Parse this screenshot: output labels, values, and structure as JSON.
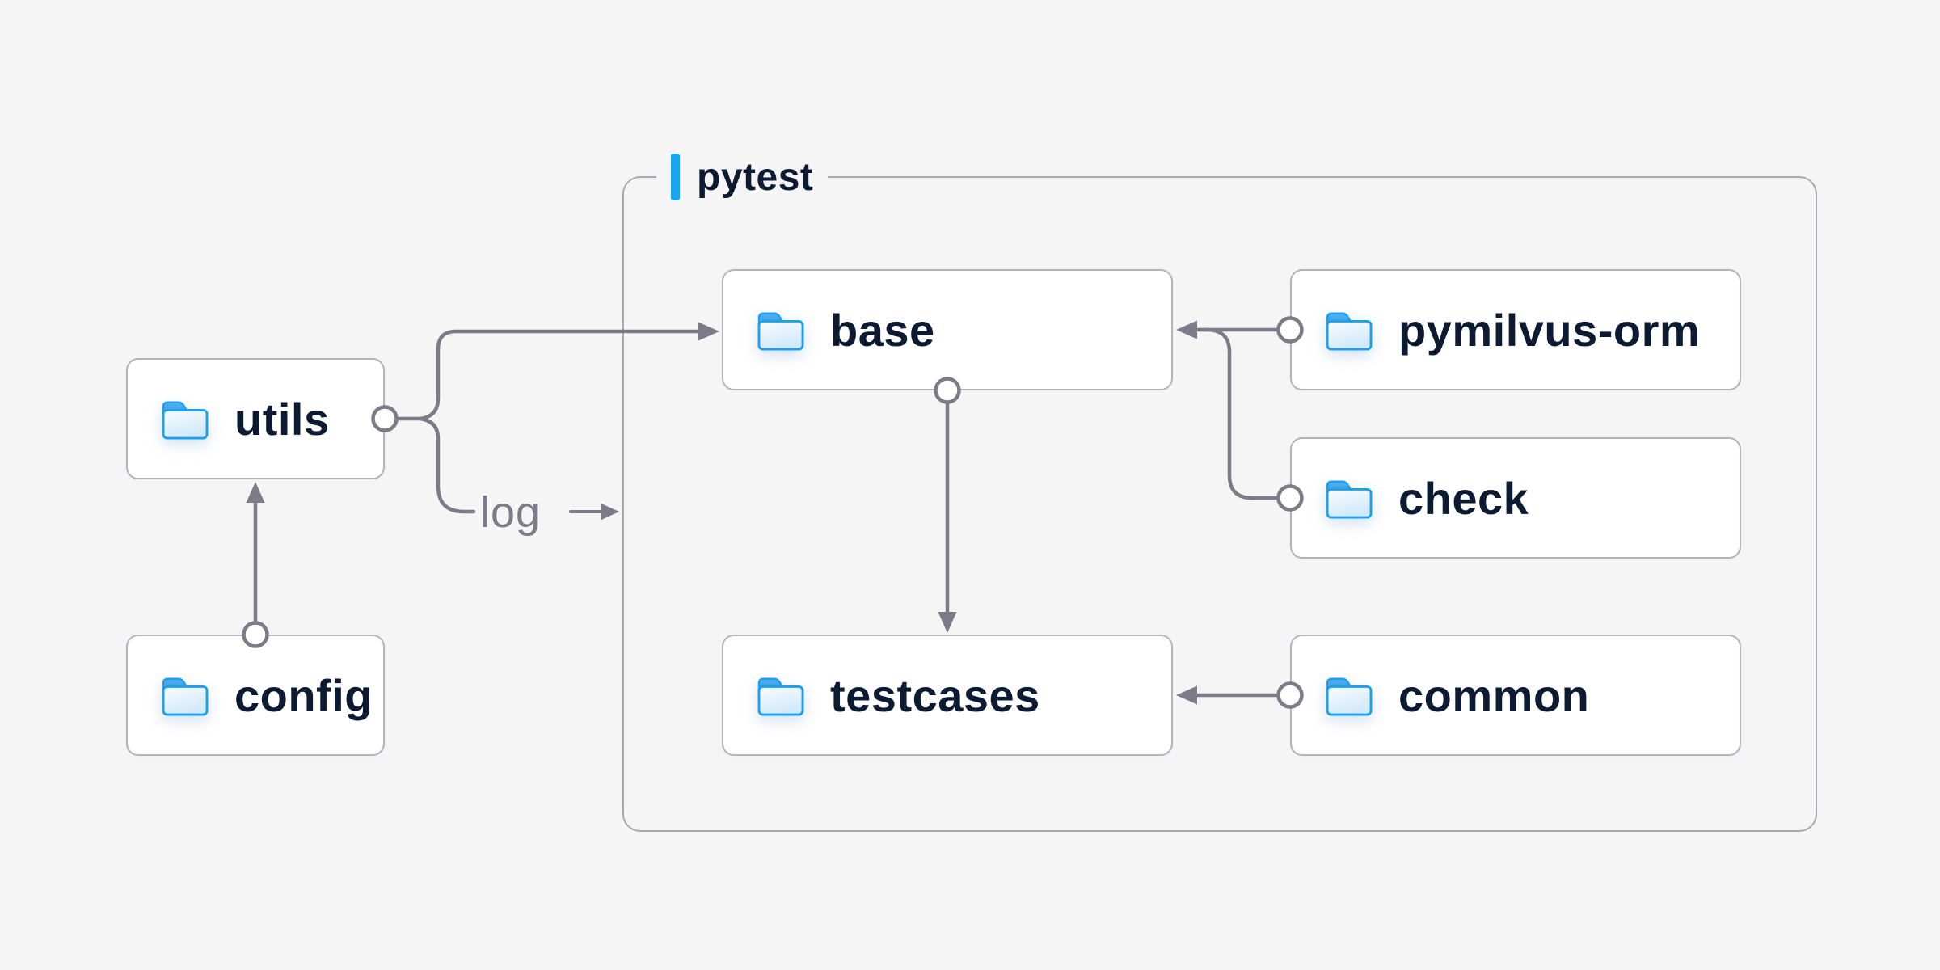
{
  "diagram": {
    "container": {
      "label": "pytest"
    },
    "nodes": {
      "utils": {
        "label": "utils",
        "icon": "folder-icon"
      },
      "config": {
        "label": "config",
        "icon": "folder-icon"
      },
      "base": {
        "label": "base",
        "icon": "folder-icon"
      },
      "testcases": {
        "label": "testcases",
        "icon": "folder-icon"
      },
      "pymilvus_orm": {
        "label": "pymilvus-orm",
        "icon": "folder-icon"
      },
      "check": {
        "label": "check",
        "icon": "folder-icon"
      },
      "common": {
        "label": "common",
        "icon": "folder-icon"
      }
    },
    "edge_labels": {
      "log": "log"
    },
    "edges": [
      {
        "from": "config",
        "to": "utils"
      },
      {
        "from": "utils",
        "to": "base"
      },
      {
        "from": "utils",
        "to": "pytest-container",
        "label": "log"
      },
      {
        "from": "base",
        "to": "testcases"
      },
      {
        "from": "pymilvus-orm",
        "to": "base"
      },
      {
        "from": "check",
        "to": "base"
      },
      {
        "from": "common",
        "to": "testcases"
      }
    ],
    "colors": {
      "background": "#f5f5f6",
      "node_fill": "#ffffff",
      "node_border": "#b4b2bd",
      "container_border": "#aaa8b5",
      "connector": "#7c7b87",
      "text": "#0d1b32",
      "muted_text": "#7c7b87",
      "accent": "#18a5f3",
      "folder_stroke": "#1b9ff1",
      "folder_tab": "#2f97e2"
    }
  }
}
